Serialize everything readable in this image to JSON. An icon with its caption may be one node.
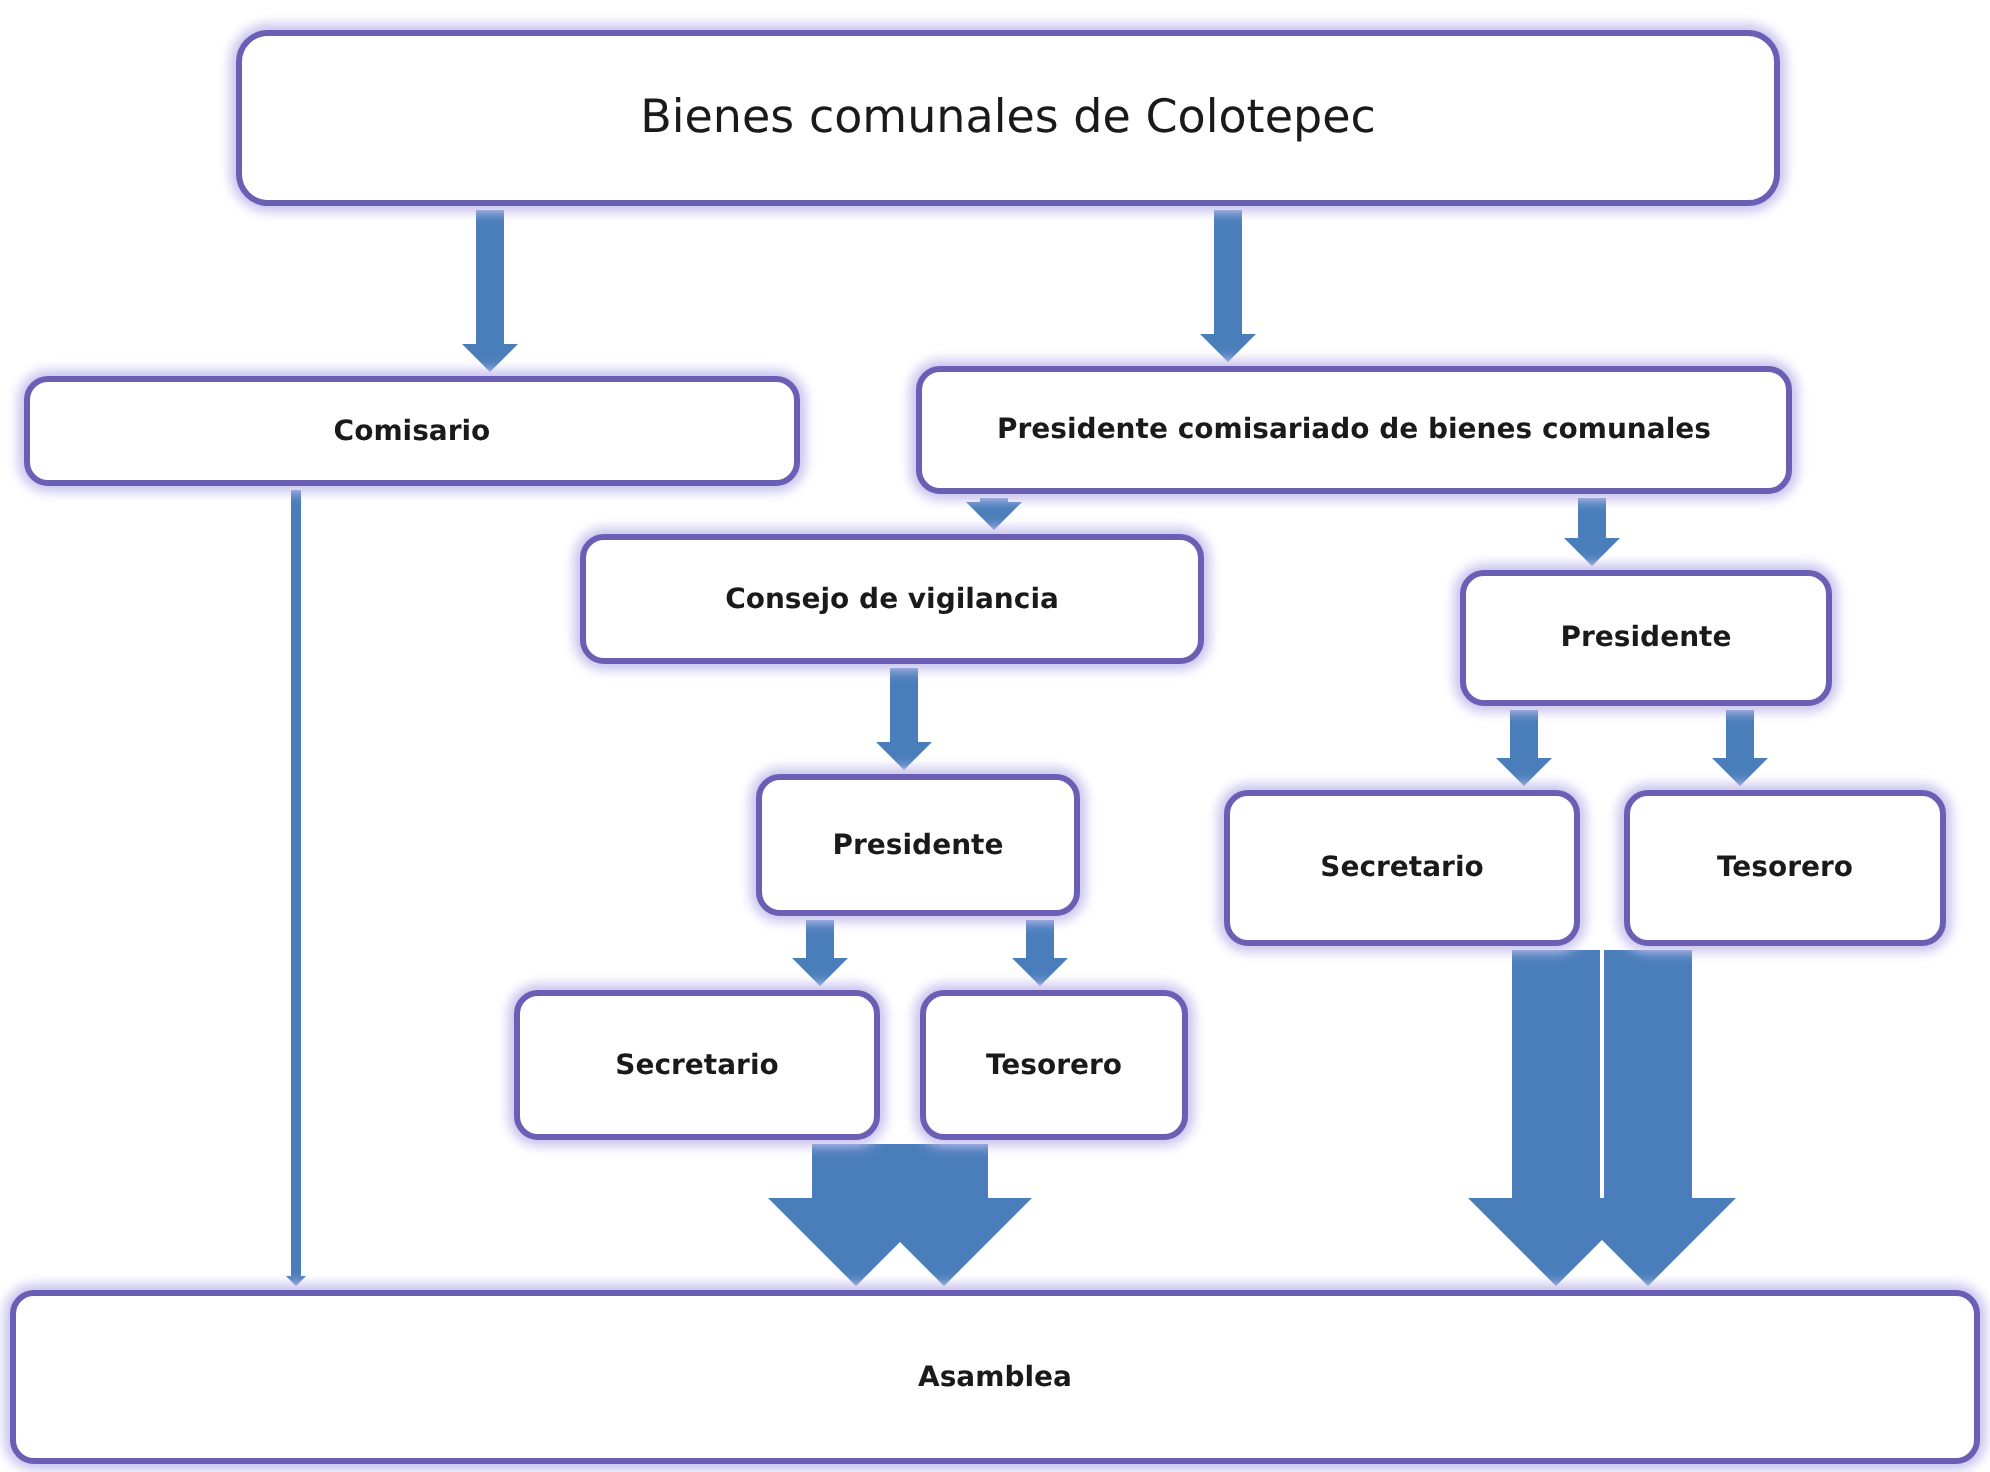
{
  "diagram": {
    "nodes": [
      {
        "text": [
          "Bienes comunales de Colotepec"
        ]
      },
      {
        "text": [
          "Comisario"
        ]
      },
      {
        "text": [
          "Presidente comisariado de bienes comunales"
        ]
      },
      {
        "text": [
          "Consejo de vigilancia"
        ]
      },
      {
        "text": [
          "Presidente"
        ]
      },
      {
        "text": [
          "Presidente"
        ]
      },
      {
        "text": [
          "Secretario"
        ]
      },
      {
        "text": [
          "Tesorero"
        ]
      },
      {
        "text": [
          "Secretario"
        ]
      },
      {
        "text": [
          "Tesorero"
        ]
      },
      {
        "text": [
          "Asamblea"
        ]
      }
    ],
    "edges": [
      {
        "from": 0,
        "to": 1,
        "arrow": "to"
      },
      {
        "from": 0,
        "to": 2,
        "arrow": "to"
      },
      {
        "from": 1,
        "to": 10,
        "arrow": "to"
      },
      {
        "from": 2,
        "to": 3,
        "arrow": "to"
      },
      {
        "from": 2,
        "to": 4,
        "arrow": "to"
      },
      {
        "from": 3,
        "to": 5,
        "arrow": "to"
      },
      {
        "from": 4,
        "to": 6,
        "arrow": "to"
      },
      {
        "from": 4,
        "to": 7,
        "arrow": "to"
      },
      {
        "from": 5,
        "to": 8,
        "arrow": "to"
      },
      {
        "from": 5,
        "to": 9,
        "arrow": "to"
      },
      {
        "from": 8,
        "to": 10,
        "arrow": "to",
        "style": "thick"
      },
      {
        "from": 9,
        "to": 10,
        "arrow": "to",
        "style": "thick"
      },
      {
        "from": 6,
        "to": 10,
        "arrow": "to",
        "style": "thick"
      },
      {
        "from": 7,
        "to": 10,
        "arrow": "to",
        "style": "thick"
      }
    ]
  }
}
